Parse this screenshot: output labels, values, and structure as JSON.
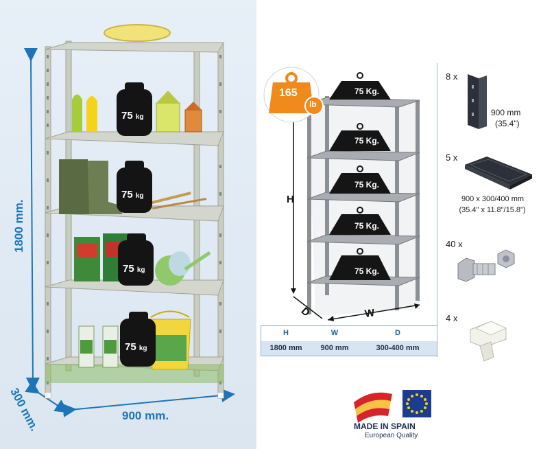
{
  "left": {
    "height_label": "1800 mm.",
    "depth_label": "300 mm.",
    "width_label": "900 mm.",
    "weights": [
      {
        "value": "75",
        "unit": "kg"
      },
      {
        "value": "75",
        "unit": "kg"
      },
      {
        "value": "75",
        "unit": "kg"
      },
      {
        "value": "75",
        "unit": "kg"
      }
    ]
  },
  "diagram": {
    "badge_number": "165",
    "badge_unit": "lb",
    "shelf_loads": [
      "75 Kg.",
      "75 Kg.",
      "75 Kg.",
      "75 Kg.",
      "75 Kg."
    ],
    "axis_h": "H",
    "axis_d": "D",
    "axis_w": "W"
  },
  "table": {
    "headers": [
      "H",
      "W",
      "D"
    ],
    "values": [
      "1800 mm",
      "900 mm",
      "300-400 mm"
    ]
  },
  "parts": [
    {
      "count": "8 x",
      "desc_line1": "900 mm",
      "desc_line2": "(35.4\")",
      "icon": "upright-post-icon"
    },
    {
      "count": "5 x",
      "desc_line1": "900 x 300/400 mm",
      "desc_line2": "(35.4\" x 11.8\"/15.8\")",
      "icon": "shelf-panel-icon"
    },
    {
      "count": "40 x",
      "icon": "bolt-nut-icon"
    },
    {
      "count": "4 x",
      "icon": "foot-cap-icon"
    }
  ],
  "logos": {
    "made_in": "MADE IN SPAIN",
    "quality": "European Quality"
  },
  "colors": {
    "dimension_blue": "#1c75b8",
    "badge_orange": "#f08a1c",
    "table_blue": "#d7e4f2"
  }
}
